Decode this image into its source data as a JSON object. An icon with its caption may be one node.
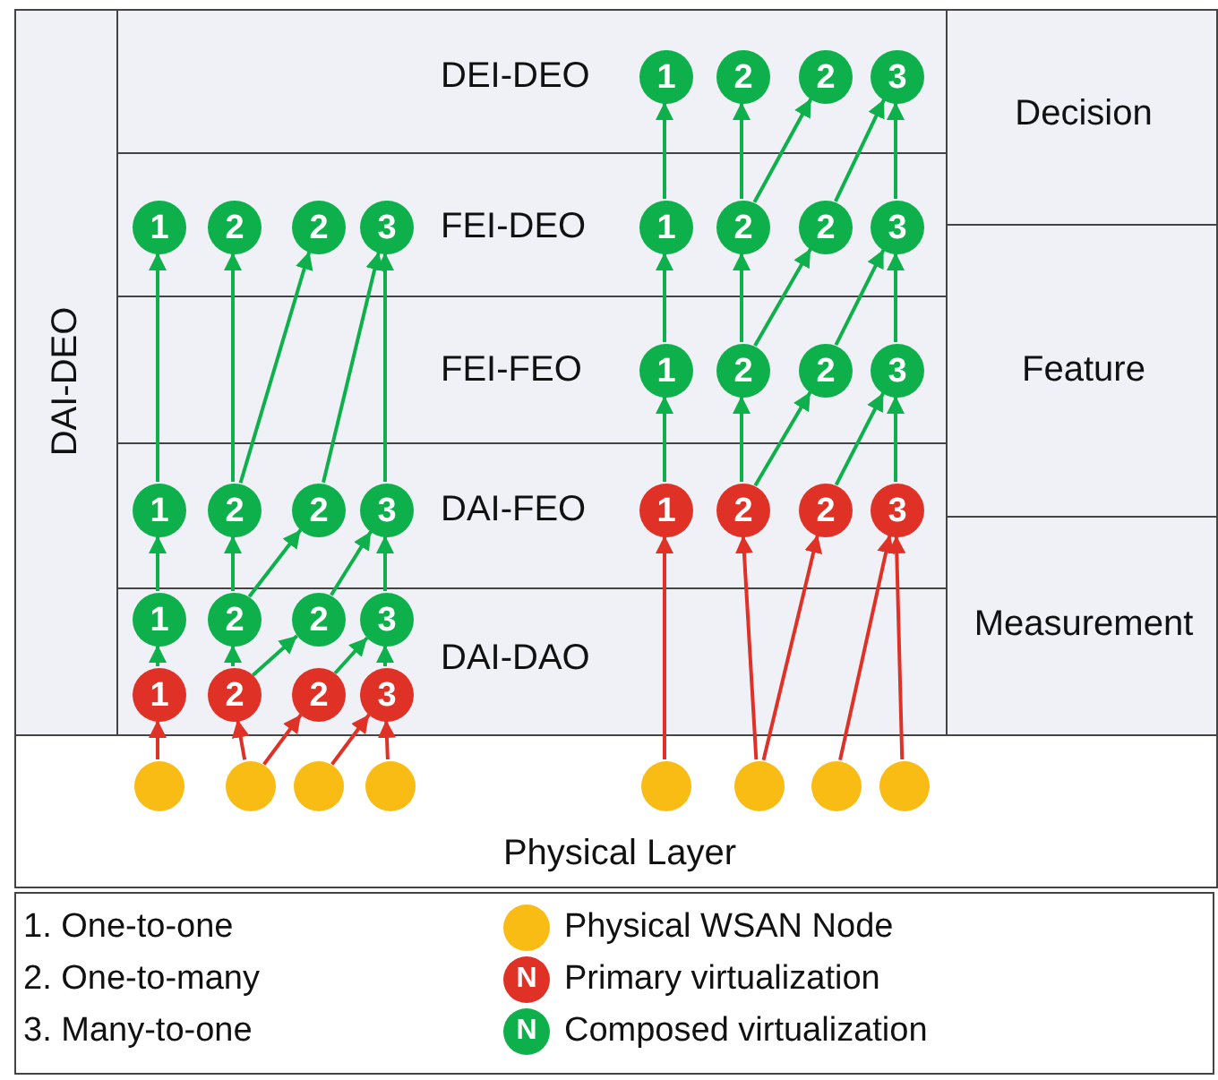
{
  "diagram": {
    "nodes": [
      {
        "text": [
          "DAI-DEO"
        ]
      },
      {
        "text": [
          "DEI-DEO"
        ]
      },
      {
        "text": [
          "FEI-DEO"
        ]
      },
      {
        "text": [
          "FEI-FEO"
        ]
      },
      {
        "text": [
          "DAI-FEO"
        ]
      },
      {
        "text": [
          "DAI-DAO"
        ]
      },
      {
        "text": [
          "Decision"
        ]
      },
      {
        "text": [
          "Feature"
        ]
      },
      {
        "text": [
          "Measurement"
        ]
      },
      {
        "text": [
          "Physical Layer"
        ]
      },
      {
        "text": [
          "1"
        ],
        "in": 1
      },
      {
        "text": [
          "2"
        ],
        "in": 1
      },
      {
        "text": [
          "2"
        ],
        "in": 1
      },
      {
        "text": [
          "3"
        ],
        "in": 1
      },
      {
        "text": [
          "1"
        ],
        "in": 2
      },
      {
        "text": [
          "2"
        ],
        "in": 2
      },
      {
        "text": [
          "2"
        ],
        "in": 2
      },
      {
        "text": [
          "3"
        ],
        "in": 2
      },
      {
        "text": [
          "1"
        ],
        "in": 2
      },
      {
        "text": [
          "2"
        ],
        "in": 2
      },
      {
        "text": [
          "2"
        ],
        "in": 2
      },
      {
        "text": [
          "3"
        ],
        "in": 2
      },
      {
        "text": [
          "1"
        ],
        "in": 3
      },
      {
        "text": [
          "2"
        ],
        "in": 3
      },
      {
        "text": [
          "2"
        ],
        "in": 3
      },
      {
        "text": [
          "3"
        ],
        "in": 3
      },
      {
        "text": [
          "1"
        ],
        "in": 4
      },
      {
        "text": [
          "2"
        ],
        "in": 4
      },
      {
        "text": [
          "2"
        ],
        "in": 4
      },
      {
        "text": [
          "3"
        ],
        "in": 4
      },
      {
        "text": [
          "1"
        ],
        "in": 4
      },
      {
        "text": [
          "2"
        ],
        "in": 4
      },
      {
        "text": [
          "2"
        ],
        "in": 4
      },
      {
        "text": [
          "3"
        ],
        "in": 4
      },
      {
        "text": [
          "1"
        ],
        "in": 5
      },
      {
        "text": [
          "2"
        ],
        "in": 5
      },
      {
        "text": [
          "2"
        ],
        "in": 5
      },
      {
        "text": [
          "3"
        ],
        "in": 5
      },
      {
        "text": [
          "1"
        ],
        "in": 5
      },
      {
        "text": [
          "2"
        ],
        "in": 5
      },
      {
        "text": [
          "2"
        ],
        "in": 5
      },
      {
        "text": [
          "3"
        ],
        "in": 5
      },
      {
        "text": [],
        "shape": "circle",
        "in": 9
      },
      {
        "text": [],
        "shape": "circle",
        "in": 9
      },
      {
        "text": [],
        "shape": "circle",
        "in": 9
      },
      {
        "text": [],
        "shape": "circle",
        "in": 9
      },
      {
        "text": [],
        "shape": "circle",
        "in": 9
      },
      {
        "text": [],
        "shape": "circle",
        "in": 9
      },
      {
        "text": [],
        "shape": "circle",
        "in": 9
      },
      {
        "text": [],
        "shape": "circle",
        "in": 9
      }
    ],
    "edges": [
      {
        "from": 42,
        "to": 38,
        "arrow": "to",
        "color": "#e03127"
      },
      {
        "from": 43,
        "to": 39,
        "arrow": "to",
        "color": "#e03127"
      },
      {
        "from": 43,
        "to": 40,
        "arrow": "to",
        "color": "#e03127"
      },
      {
        "from": 44,
        "to": 41,
        "arrow": "to",
        "color": "#e03127"
      },
      {
        "from": 45,
        "to": 41,
        "arrow": "to",
        "color": "#e03127"
      },
      {
        "from": 38,
        "to": 34,
        "arrow": "to"
      },
      {
        "from": 39,
        "to": 35,
        "arrow": "to"
      },
      {
        "from": 39,
        "to": 36,
        "arrow": "to"
      },
      {
        "from": 40,
        "to": 37,
        "arrow": "to"
      },
      {
        "from": 41,
        "to": 37,
        "arrow": "to"
      },
      {
        "from": 34,
        "to": 26,
        "arrow": "to"
      },
      {
        "from": 35,
        "to": 27,
        "arrow": "to"
      },
      {
        "from": 35,
        "to": 28,
        "arrow": "to"
      },
      {
        "from": 36,
        "to": 29,
        "arrow": "to"
      },
      {
        "from": 37,
        "to": 29,
        "arrow": "to"
      },
      {
        "from": 26,
        "to": 14,
        "arrow": "to"
      },
      {
        "from": 27,
        "to": 15,
        "arrow": "to"
      },
      {
        "from": 27,
        "to": 16,
        "arrow": "to"
      },
      {
        "from": 28,
        "to": 17,
        "arrow": "to"
      },
      {
        "from": 29,
        "to": 17,
        "arrow": "to"
      },
      {
        "from": 46,
        "to": 30,
        "arrow": "to",
        "color": "#e03127"
      },
      {
        "from": 47,
        "to": 31,
        "arrow": "to",
        "color": "#e03127"
      },
      {
        "from": 47,
        "to": 32,
        "arrow": "to",
        "color": "#e03127"
      },
      {
        "from": 48,
        "to": 33,
        "arrow": "to",
        "color": "#e03127"
      },
      {
        "from": 49,
        "to": 33,
        "arrow": "to",
        "color": "#e03127"
      },
      {
        "from": 30,
        "to": 22,
        "arrow": "to"
      },
      {
        "from": 31,
        "to": 23,
        "arrow": "to"
      },
      {
        "from": 31,
        "to": 24,
        "arrow": "to"
      },
      {
        "from": 32,
        "to": 25,
        "arrow": "to"
      },
      {
        "from": 33,
        "to": 25,
        "arrow": "to"
      },
      {
        "from": 22,
        "to": 18,
        "arrow": "to"
      },
      {
        "from": 23,
        "to": 19,
        "arrow": "to"
      },
      {
        "from": 23,
        "to": 20,
        "arrow": "to"
      },
      {
        "from": 24,
        "to": 21,
        "arrow": "to"
      },
      {
        "from": 25,
        "to": 21,
        "arrow": "to"
      },
      {
        "from": 18,
        "to": 10,
        "arrow": "to"
      },
      {
        "from": 19,
        "to": 11,
        "arrow": "to"
      },
      {
        "from": 19,
        "to": 12,
        "arrow": "to"
      },
      {
        "from": 20,
        "to": 13,
        "arrow": "to"
      },
      {
        "from": 21,
        "to": 13,
        "arrow": "to"
      }
    ],
    "labels": [
      "1. One-to-one",
      "2. One-to-many",
      "3. Many-to-one",
      "N",
      "N"
    ],
    "legend": [
      {
        "text": "Physical WSAN Node",
        "color": "#f9bc15"
      },
      {
        "text": "Primary virtualization",
        "color": "#e03127"
      },
      {
        "text": "Composed virtualization",
        "color": "#0db04b"
      }
    ]
  }
}
